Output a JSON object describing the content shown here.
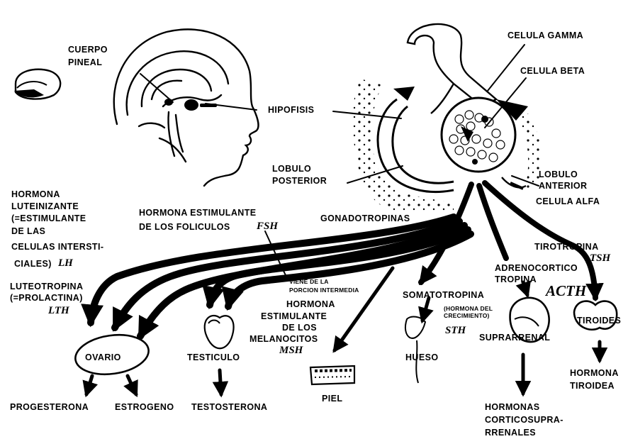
{
  "labels": {
    "cuerpo_pineal": [
      "CUERPO",
      "PINEAL"
    ],
    "hipofisis": "HIPOFISIS",
    "celula_gamma": "CELULA GAMMA",
    "celula_beta": "CELULA BETA",
    "lobulo_posterior": [
      "LOBULO",
      "POSTERIOR"
    ],
    "lobulo_anterior": [
      "LOBULO",
      "ANTERIOR"
    ],
    "celula_alfa": "CELULA ALFA",
    "gonadotropinas": "GONADOTROPINAS",
    "hormona_luteinizante": [
      "HORMONA",
      "LUTEINIZANTE",
      "(=ESTIMULANTE",
      "DE LAS",
      "CELULAS INTERSTI-",
      "CIALES)"
    ],
    "lh": "LH",
    "hormona_estimulante_foliculos": [
      "HORMONA ESTIMULANTE",
      "DE LOS FOLICULOS"
    ],
    "fsh": "FSH",
    "luteotropina": [
      "LUTEOTROPINA",
      "(=PROLACTINA)"
    ],
    "lth": "LTH",
    "viene_de": [
      "VIENE DE LA",
      "PORCION INTERMEDIA"
    ],
    "hormona_melanocitos": [
      "HORMONA",
      "ESTIMULANTE",
      "DE LOS",
      "MELANOCITOS"
    ],
    "msh": "MSH",
    "somatotropina": "SOMATOTROPINA",
    "hormona_crecimiento": [
      "(HORMONA DEL",
      "CRECIMIENTO)"
    ],
    "sth": "STH",
    "adrenocorticotropina": [
      "ADRENOCORTICO",
      "TROPINA"
    ],
    "acth": "ACTH",
    "tirotropina": "TIROTROPINA",
    "tsh": "TSH",
    "ovario": "OVARIO",
    "testiculo": "TESTICULO",
    "piel": "PIEL",
    "hueso": "HUESO",
    "suprarrenal": "SUPRARRENAL",
    "tiroides": "TIROIDES",
    "progesterona": "PROGESTERONA",
    "estrogeno": "ESTROGENO",
    "testosterona": "TESTOSTERONA",
    "hormonas_corticosuprarrenales": [
      "HORMONAS",
      "CORTICOSUPRA-",
      "RRENALES"
    ],
    "hormona_tiroidea": [
      "HORMONA",
      "TIROIDEA"
    ]
  }
}
